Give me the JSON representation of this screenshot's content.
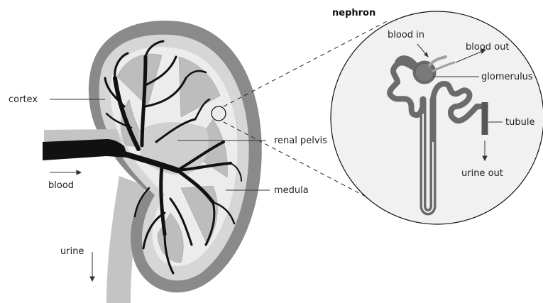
{
  "labels": {
    "nephron": "nephron",
    "cortex": "cortex",
    "renal_pelvis": "renal pelvis",
    "medula": "medula",
    "blood": "blood",
    "urine": "urine",
    "blood_in": "blood in",
    "blood_out": "blood out",
    "glomerulus": "glomerulus",
    "tubule": "tubule",
    "urine_out": "urine out"
  },
  "colors": {
    "capsule": "#8a8a8a",
    "interior": "#d6d6d6",
    "inner_fill": "#ececec",
    "pyramid": "#bdbdbd",
    "vessel": "#111111",
    "ureter": "#c4c4c4",
    "nephron_tube": "#6b6b6b",
    "circle_fill": "#f1f1f1"
  }
}
